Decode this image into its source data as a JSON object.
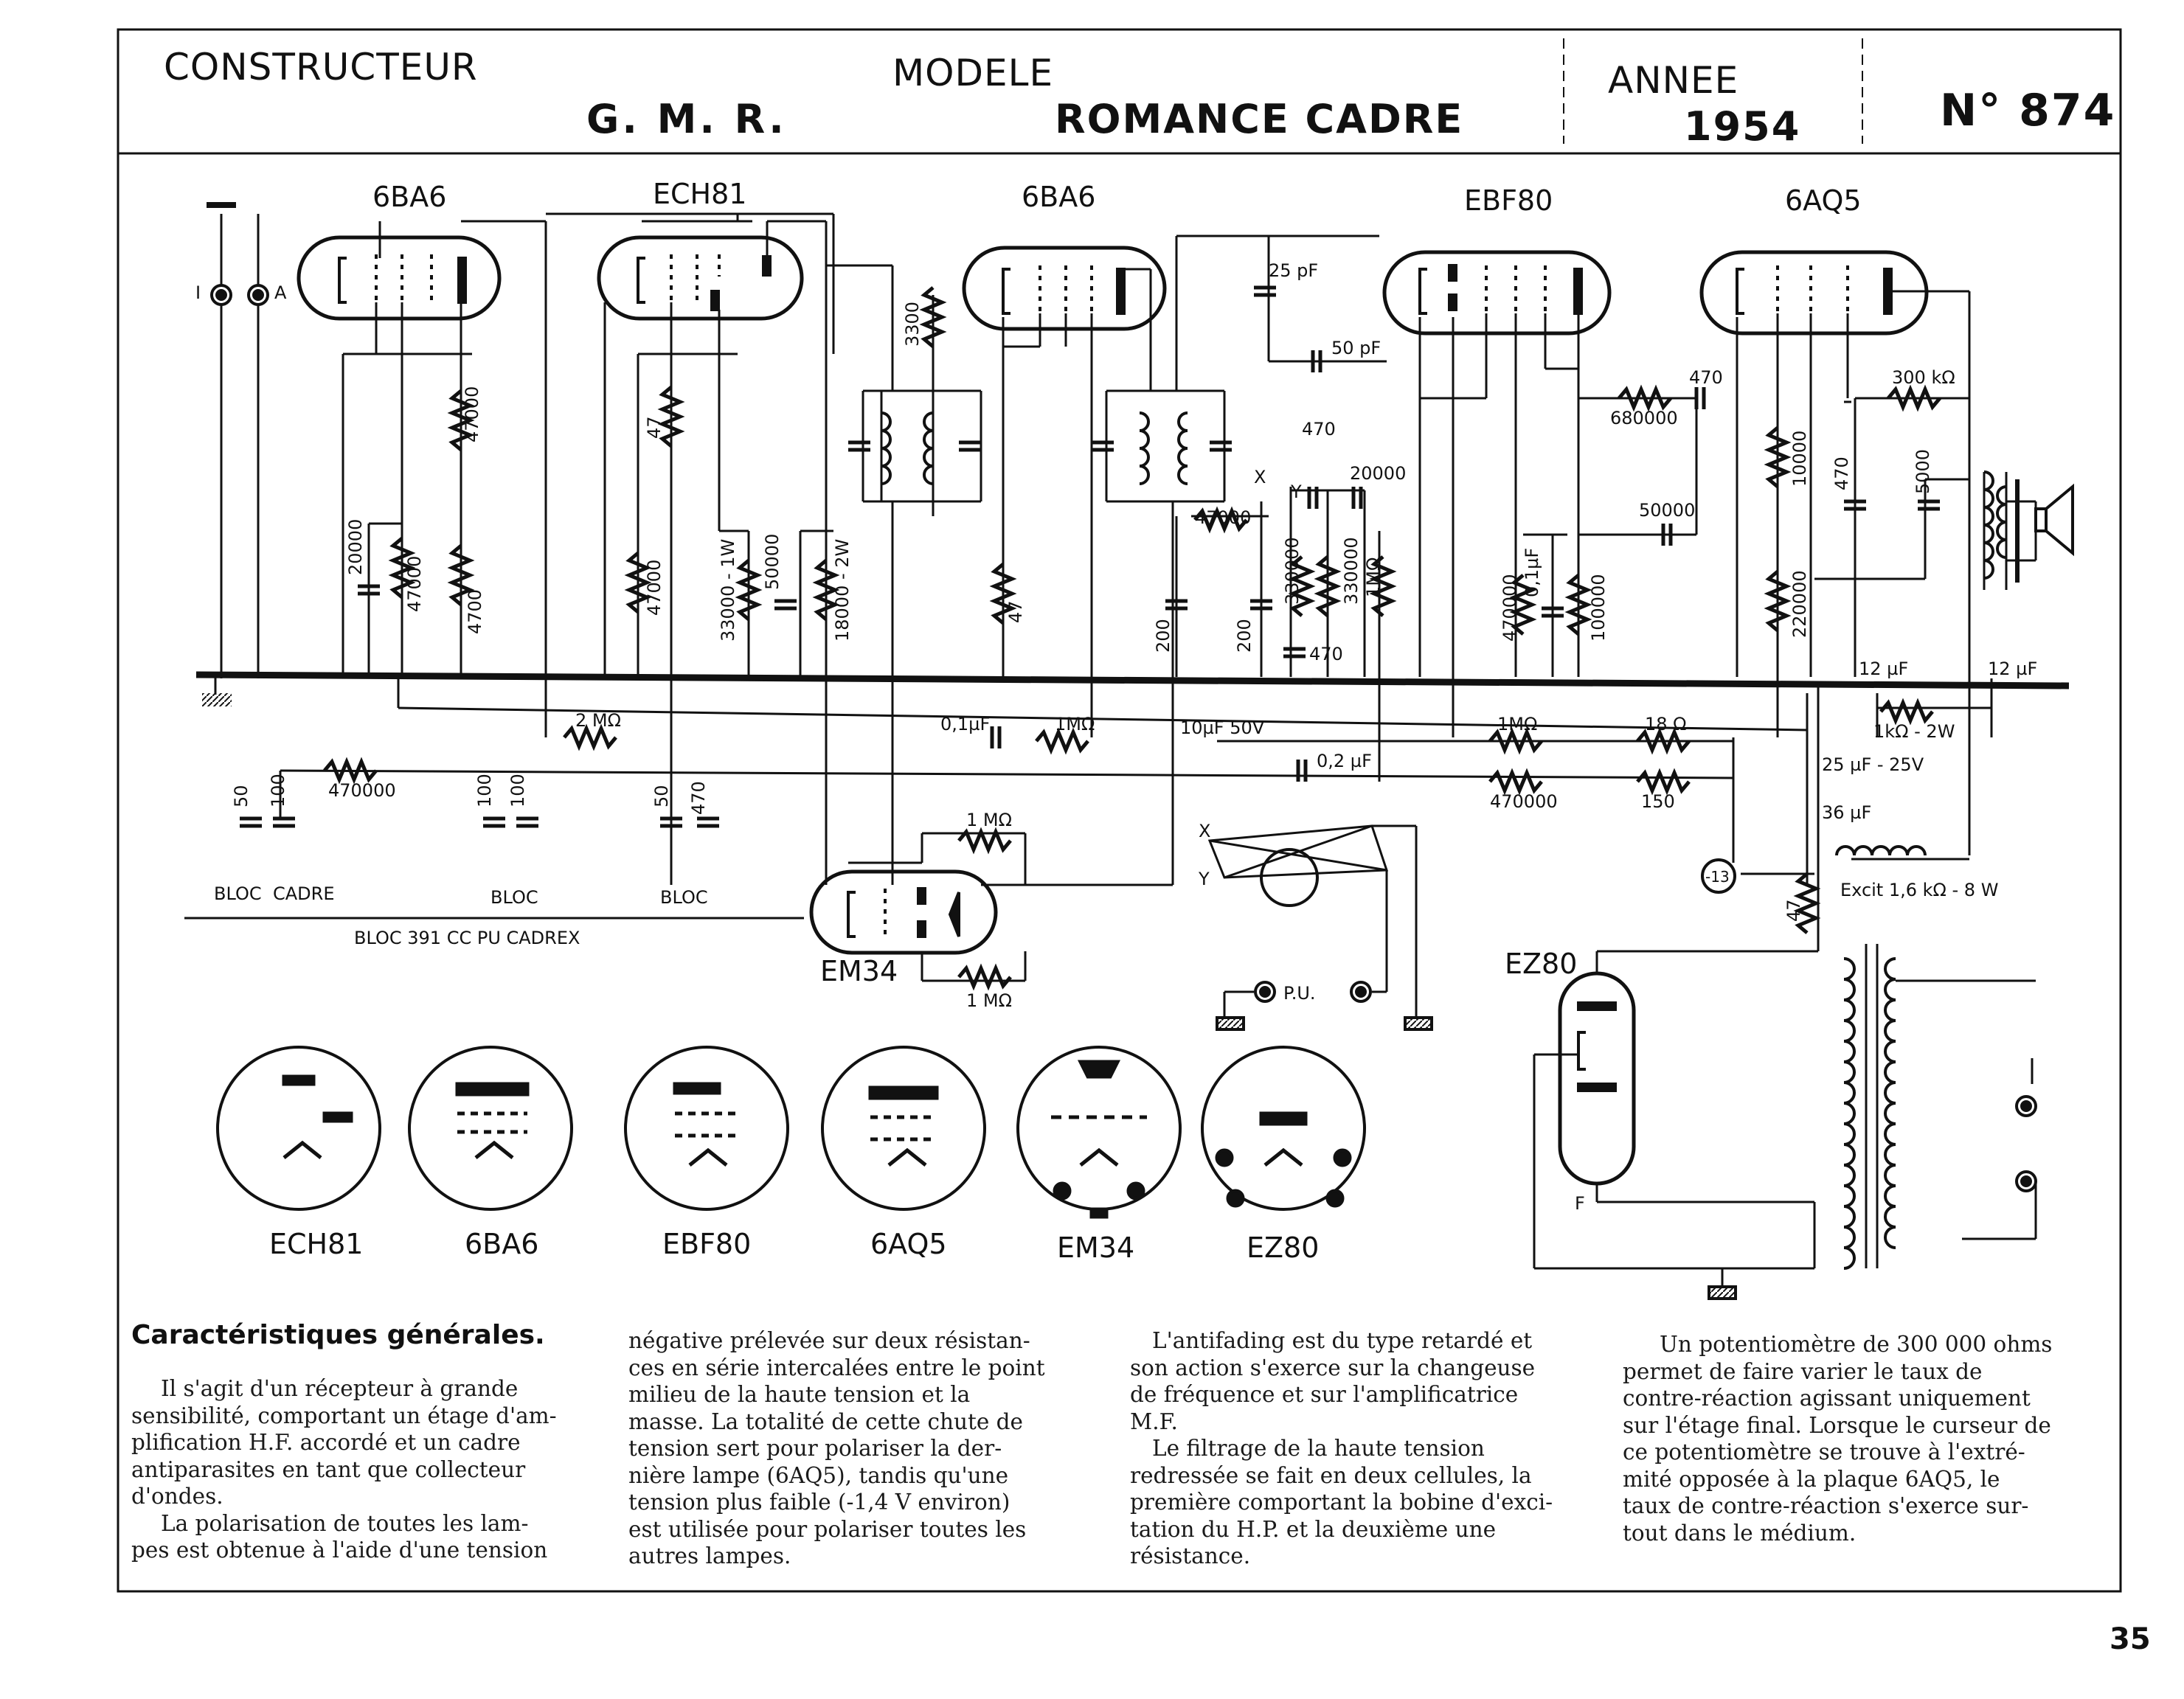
{
  "header": {
    "constructeur_label": "CONSTRUCTEUR",
    "constructeur": "G. M. R.",
    "modele_label": "MODELE",
    "modele": "ROMANCE CADRE",
    "annee_label": "ANNEE",
    "annee": "1954",
    "numero": "N° 874"
  },
  "tubes": {
    "t1": "6BA6",
    "t2": "ECH81",
    "t3": "6BA6",
    "t4": "EBF80",
    "t5": "6AQ5",
    "em": "EM34",
    "rect": "EZ80"
  },
  "components": {
    "r_47000_a": "47000",
    "r_47000_b": "47000",
    "c_20000": "20000",
    "r_4700": "4700",
    "r_47_a": "47",
    "r_47000_c": "47000",
    "r_33000": "33000 - 1W",
    "c_50000": "50000",
    "r_18000": "18000 - 2W",
    "r_3300": "3300",
    "r_47_b": "47",
    "c_25pf": "25 pF",
    "c_50pf": "50 pF",
    "c_200_a": "200",
    "c_200_b": "200",
    "r_47000_d": "47000",
    "lbl_x": "X",
    "lbl_y": "Y",
    "c_470_top": "470",
    "c_20000_b": "20000",
    "r_330000_a": "330000",
    "r_330000_b": "330000",
    "pot_1m": "1MΩ",
    "c_470_b": "470",
    "r_470000": "470000",
    "c_01uf": "0,1µF",
    "r_100000": "100000",
    "r_680000": "680000",
    "c_470_c": "470",
    "r_10000": "10000",
    "r_220000": "220000",
    "pot_300k": "300 kΩ",
    "c_470_d": "470",
    "c_5000": "5000",
    "c_12uf_a": "12 µF",
    "c_12uf_b": "12 µF",
    "r_1k_2w": "1kΩ - 2W",
    "r_2m": "2 MΩ",
    "r_470000_b": "470000",
    "c_01uf_b": "0,1µF",
    "r_1m_a": "1MΩ",
    "c_10uf": "10µF   50V",
    "c_02uf": "0,2 µF",
    "r_1m_b": "1MΩ",
    "r_18": "18 Ω",
    "r_470000_c": "470000",
    "r_150": "150",
    "c_25uf": "25 µF - 25V",
    "c_36uf": "36 µF",
    "exc": "Excit 1,6 kΩ - 8 W",
    "r_47_c": "47",
    "n13": "-13",
    "c_50": "50",
    "c_100_a": "100",
    "c_100_b": "100",
    "c_100_c": "100",
    "c_50_b": "50",
    "c_470_e": "470",
    "r_1m_em1": "1 MΩ",
    "r_1m_em2": "1 MΩ",
    "pu": "P.U.",
    "lbl_f": "F",
    "lbl_i": "I",
    "lbl_a": "A",
    "lbl_x2": "X",
    "lbl_y2": "Y"
  },
  "bloc": {
    "bloc1": "BLOC",
    "cadre": "CADRE",
    "bloc2": "BLOC",
    "bloc3": "BLOC",
    "footer": "BLOC  391  CC  PU  CADREX"
  },
  "sockets": [
    "ECH81",
    "6BA6",
    "EBF80",
    "6AQ5",
    "EM34",
    "EZ80"
  ],
  "text": {
    "title": "Caractéristiques générales.",
    "col1": [
      "Il s'agit d'un récepteur à grande",
      "sensibilité, comportant un étage d'am-",
      "plification H.F. accordé et un cadre",
      "antiparasites en tant que collecteur",
      "d'ondes.",
      "La polarisation de toutes les lam-",
      "pes est obtenue à l'aide d'une tension"
    ],
    "col2": [
      "négative prélevée sur deux résistan-",
      "ces en série intercalées entre le point",
      "milieu de la haute tension et la",
      "masse. La totalité de cette chute de",
      "tension sert pour polariser la der-",
      "nière lampe (6AQ5), tandis qu'une",
      "tension plus faible (-1,4 V environ)",
      "est utilisée pour polariser toutes les",
      "autres lampes."
    ],
    "col3": [
      "L'antifading est du type retardé et",
      "son action s'exerce sur la changeuse",
      "de fréquence et sur l'amplificatrice",
      "M.F.",
      "Le filtrage de la haute tension",
      "redressée se fait en deux cellules, la",
      "première comportant la bobine d'exci-",
      "tation du H.P. et la deuxième une",
      "résistance."
    ],
    "col4": [
      "Un potentiomètre de 300 000 ohms",
      "permet de faire varier le taux de",
      "contre-réaction agissant uniquement",
      "sur l'étage final. Lorsque le curseur de",
      "ce potentiomètre se trouve à l'extré-",
      "mité opposée à la plaque 6AQ5, le",
      "taux de contre-réaction s'exerce sur-",
      "tout dans le médium."
    ]
  },
  "page_number": "35"
}
